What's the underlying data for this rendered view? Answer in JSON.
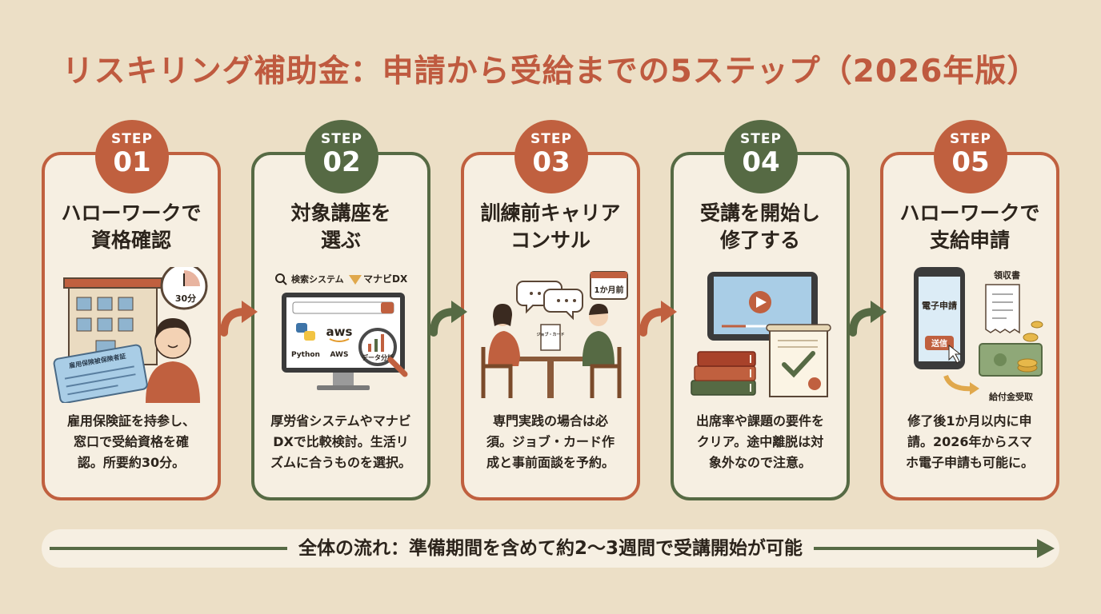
{
  "title": "リスキリング補助金：申請から受給までの5ステップ（2026年版）",
  "colors": {
    "orange": "#c0603f",
    "green": "#566a44",
    "background": "#ecdfc6",
    "card": "#f6efe2"
  },
  "steps": [
    {
      "label": "STEP",
      "number": "01",
      "title_line1": "ハローワークで",
      "title_line2": "資格確認",
      "desc_line1": "雇用保険証を持参し、",
      "desc_line2": "窓口で受給資格を確",
      "desc_line3": "認。所要約30分。",
      "illus": {
        "clock_text": "30分",
        "card_text": "雇用保険被保険者証",
        "icons": [
          "office-building-icon",
          "clock-icon",
          "person-icon",
          "insurance-card-icon"
        ]
      }
    },
    {
      "label": "STEP",
      "number": "02",
      "title_line1": "対象講座を",
      "title_line2": "選ぶ",
      "desc_line1": "厚労省システムやマナビ",
      "desc_line2": "DXで比較検討。生活リ",
      "desc_line3": "ズムに合うものを選択。",
      "illus": {
        "search_label": "検索システム",
        "brand_label": "マナビDX",
        "course1": "Python",
        "course2": "AWS",
        "aws_logo": "aws",
        "course3": "データ分析",
        "icons": [
          "search-icon",
          "monitor-icon",
          "magnifier-icon"
        ]
      }
    },
    {
      "label": "STEP",
      "number": "03",
      "title_line1": "訓練前キャリア",
      "title_line2": "コンサル",
      "desc_line1": "専門実践の場合は必",
      "desc_line2": "須。ジョブ・カード作",
      "desc_line3": "成と事前面談を予約。",
      "illus": {
        "calendar_text": "1か月前",
        "paper_text": "ジョブ・カード",
        "icons": [
          "calendar-icon",
          "speech-bubble-icon",
          "meeting-icon"
        ]
      }
    },
    {
      "label": "STEP",
      "number": "04",
      "title_line1": "受講を開始し",
      "title_line2": "修了する",
      "desc_line1": "出席率や課題の要件を",
      "desc_line2": "クリア。途中離脱は対",
      "desc_line3": "象外なので注意。",
      "illus": {
        "icons": [
          "tablet-video-icon",
          "books-icon",
          "certificate-icon"
        ]
      }
    },
    {
      "label": "STEP",
      "number": "05",
      "title_line1": "ハローワークで",
      "title_line2": "支給申請",
      "desc_line1": "修了後1か月以内に申",
      "desc_line2": "請。2026年からスマ",
      "desc_line3": "ホ電子申請も可能に。",
      "illus": {
        "phone_text": "電子申請",
        "button_text": "送信",
        "receipt_text": "領収書",
        "payment_text": "給付金受取",
        "icons": [
          "smartphone-icon",
          "receipt-icon",
          "coins-icon"
        ]
      }
    }
  ],
  "bottom_text": "全体の流れ：準備期間を含めて約2〜3週間で受講開始が可能"
}
